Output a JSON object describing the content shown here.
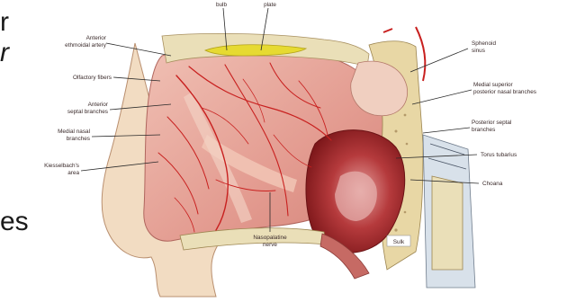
{
  "slide_fragments": {
    "line1": "r",
    "line2": "r",
    "line3": "es"
  },
  "labels": {
    "bulb": "bulb",
    "plate": "plate",
    "anterior_ethmoidal_1": "Anterior",
    "anterior_ethmoidal_2": "ethmoidal artery",
    "olfactory_fibers": "Olfactory fibers",
    "anterior_septal_1": "Anterior",
    "anterior_septal_2": "septal branches",
    "medial_nasal_1": "Medial nasal",
    "medial_nasal_2": "branches",
    "kiesselbach_1": "Kiesselbach's",
    "kiesselbach_2": "area",
    "sphenoid_1": "Sphenoid",
    "sphenoid_2": "sinus",
    "medial_superior_1": "Medial superior",
    "medial_superior_2": "posterior nasal branches",
    "posterior_septal_1": "Posterior septal",
    "posterior_septal_2": "branches",
    "torus_tubarius": "Torus tubarius",
    "choana": "Choana",
    "nasopalatine_1": "Nasopalatine",
    "nasopalatine_2": "nerve",
    "tag": "Sulk"
  },
  "colors": {
    "tissue": "#e9a99f",
    "tissue_dark": "#c96e67",
    "artery": "#cc2222",
    "bone": "#eadfb8",
    "bulb": "#e6da32",
    "cavity": "#a8282a"
  }
}
